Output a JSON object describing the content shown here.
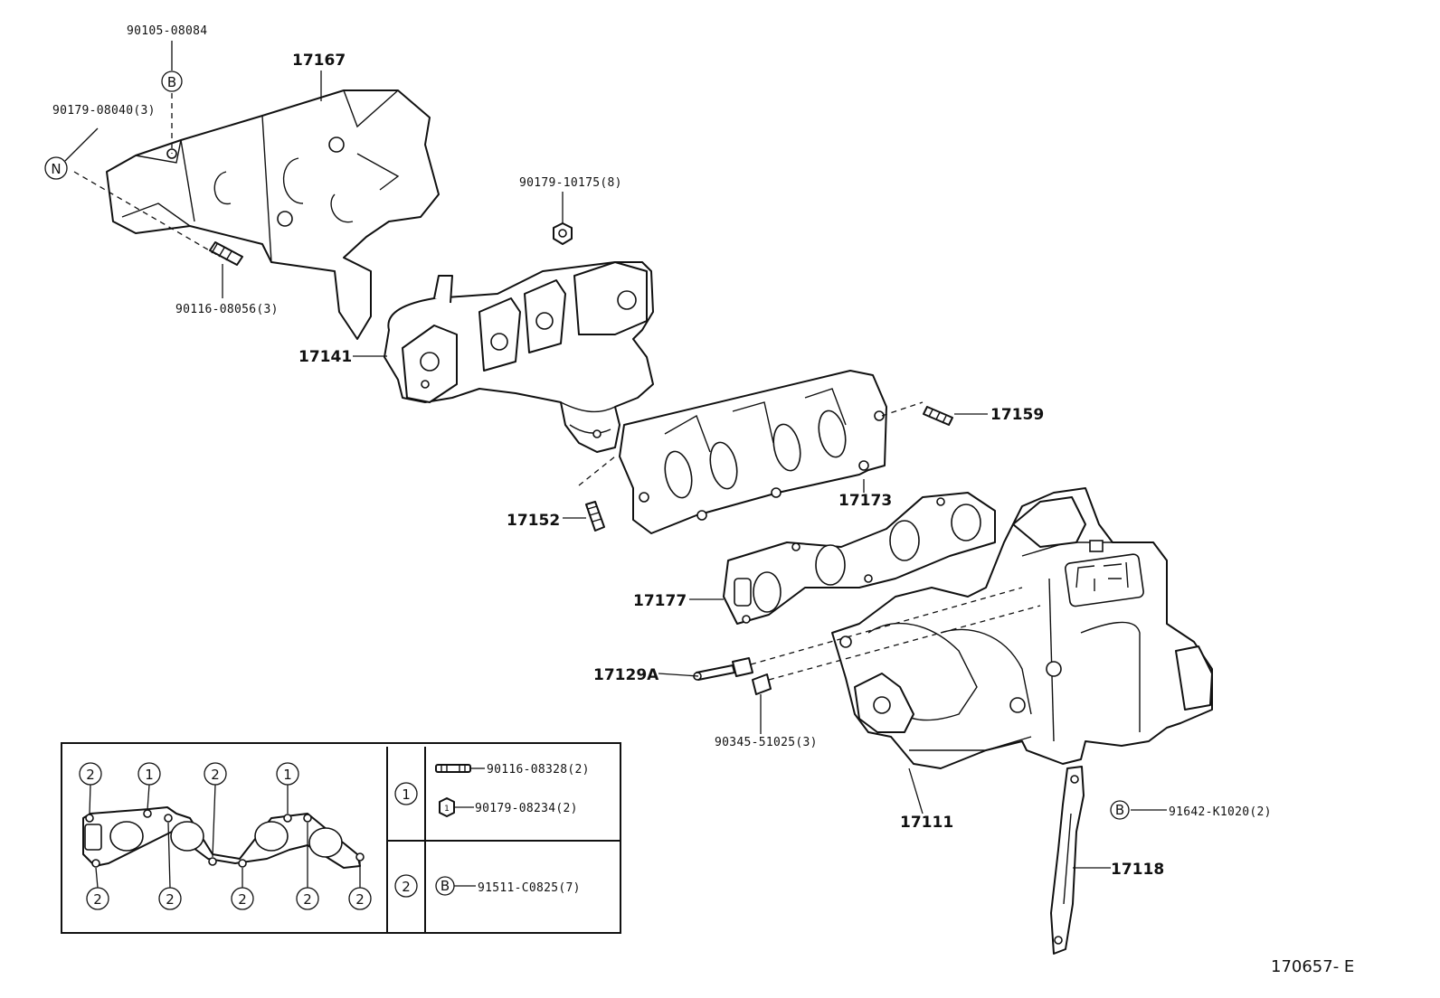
{
  "diagram": {
    "ref_code": "170657- E",
    "callouts": {
      "p90105_08084": "90105-08084",
      "p17167": "17167",
      "p90179_08040": "90179-08040(3)",
      "p90179_10175": "90179-10175(8)",
      "p90116_08056": "90116-08056(3)",
      "p17141": "17141",
      "p17159": "17159",
      "p17173": "17173",
      "p17152": "17152",
      "p17177": "17177",
      "p17129A": "17129A",
      "p90345_51025": "90345-51025(3)",
      "p17111": "17111",
      "p91642_K1020": "91642-K1020(2)",
      "p17118": "17118"
    },
    "markers": {
      "B": "B",
      "N": "N",
      "one": "1",
      "two": "2"
    },
    "inset_table": {
      "rows": [
        {
          "key": "1",
          "items": [
            {
              "part": "90116-08328(2)"
            },
            {
              "part": "90179-08234(2)"
            }
          ]
        },
        {
          "key": "2",
          "items": [
            {
              "part": "91511-C0825(7)"
            }
          ]
        }
      ]
    }
  }
}
